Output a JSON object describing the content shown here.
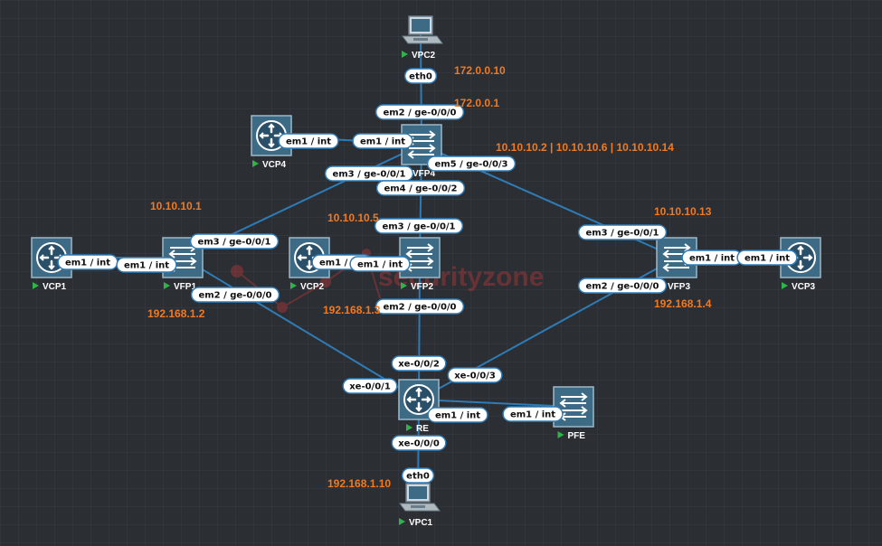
{
  "colors": {
    "background": "#2b2e33",
    "grid": "#3a3e44",
    "link": "#2f7bb5",
    "node_fill": "#3d6b86",
    "node_stroke": "#9fb8c8",
    "ip_label": "#f07a22",
    "status": "#2fb34a"
  },
  "watermark": "securityzone",
  "nodes": [
    {
      "id": "vpc2",
      "label": "VPC2",
      "icon": "pc-icon"
    },
    {
      "id": "vcp4",
      "label": "VCP4",
      "icon": "router-icon"
    },
    {
      "id": "vfp4",
      "label": "VFP4",
      "icon": "switch-icon"
    },
    {
      "id": "vcp1",
      "label": "VCP1",
      "icon": "router-icon"
    },
    {
      "id": "vfp1",
      "label": "VFP1",
      "icon": "switch-icon"
    },
    {
      "id": "vcp2",
      "label": "VCP2",
      "icon": "router-icon"
    },
    {
      "id": "vfp2",
      "label": "VFP2",
      "icon": "switch-icon"
    },
    {
      "id": "vfp3",
      "label": "VFP3",
      "icon": "switch-icon"
    },
    {
      "id": "vcp3",
      "label": "VCP3",
      "icon": "router-icon"
    },
    {
      "id": "re",
      "label": "RE",
      "icon": "router-icon"
    },
    {
      "id": "pfe",
      "label": "PFE",
      "icon": "switch-icon"
    },
    {
      "id": "vpc1",
      "label": "VPC1",
      "icon": "pc-icon"
    }
  ],
  "links": [
    {
      "from": "vpc2",
      "to": "vfp4",
      "a": "eth0",
      "b": "em2 / ge-0/0/0"
    },
    {
      "from": "vcp4",
      "to": "vfp4",
      "a": "em1 / int",
      "b": "em1 / int"
    },
    {
      "from": "vcp1",
      "to": "vfp1",
      "a": "em1 / int",
      "b": "em1 / int"
    },
    {
      "from": "vfp1",
      "to": "vfp4",
      "a": "em3 / ge-0/0/1",
      "b": "em3 / ge-0/0/1"
    },
    {
      "from": "vfp4",
      "to": "vfp2",
      "a": "em4 / ge-0/0/2",
      "b": "em3 / ge-0/0/1"
    },
    {
      "from": "vfp4",
      "to": "vfp3",
      "a": "em5 / ge-0/0/3",
      "b": "em3 / ge-0/0/1"
    },
    {
      "from": "vcp2",
      "to": "vfp2",
      "a": "em1 / int",
      "b": "em1 / int"
    },
    {
      "from": "vfp3",
      "to": "vcp3",
      "a": "em1 / int",
      "b": "em1 / int"
    },
    {
      "from": "vfp1",
      "to": "re",
      "a": "em2 / ge-0/0/0",
      "b": "xe-0/0/1"
    },
    {
      "from": "vfp2",
      "to": "re",
      "a": "em2 / ge-0/0/0",
      "b": "xe-0/0/2"
    },
    {
      "from": "vfp3",
      "to": "re",
      "a": "em2 / ge-0/0/0",
      "b": "xe-0/0/3"
    },
    {
      "from": "re",
      "to": "pfe",
      "a": "em1 / int",
      "b": "em1 / int"
    },
    {
      "from": "re",
      "to": "vpc1",
      "a": "xe-0/0/0",
      "b": "eth0"
    }
  ],
  "ip_labels": [
    "172.0.0.10",
    "172.0.0.1",
    "10.10.10.2 | 10.10.10.6 | 10.10.10.14",
    "10.10.10.1",
    "10.10.10.5",
    "10.10.10.13",
    "192.168.1.2",
    "192.168.1.3",
    "192.168.1.4",
    "192.168.1.10"
  ]
}
